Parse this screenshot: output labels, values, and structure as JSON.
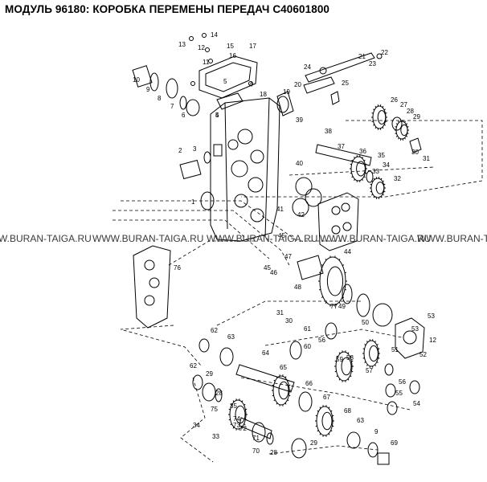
{
  "title": "МОДУЛЬ 96180: КОРОБКА ПЕРЕМЕНЫ ПЕРЕДАЧ C40601800",
  "watermark": {
    "items": [
      "W.BURAN-TAIGA.RU",
      "WWW.BURAN-TAIGA.RU",
      "WWW.BURAN-TAIGA.RU",
      "WWW.BURAN-TAIGA.RU",
      "WWW.BURAN-T"
    ]
  },
  "callouts": [
    "1",
    "2",
    "3",
    "4",
    "5",
    "6",
    "7",
    "8",
    "9",
    "10",
    "11",
    "12",
    "13",
    "14",
    "15",
    "16",
    "17",
    "18",
    "19",
    "20",
    "21",
    "22",
    "23",
    "24",
    "25",
    "26",
    "27",
    "28",
    "29",
    "30",
    "31",
    "32",
    "33",
    "34",
    "35",
    "36",
    "37",
    "38",
    "39",
    "40",
    "41",
    "42",
    "44",
    "45",
    "46",
    "47",
    "48",
    "49",
    "50",
    "51",
    "52",
    "53",
    "54",
    "55",
    "56",
    "57",
    "58",
    "59",
    "60",
    "61",
    "62",
    "63",
    "64",
    "65",
    "66",
    "67",
    "68",
    "69",
    "70",
    "71",
    "72",
    "73",
    "74",
    "75",
    "76",
    "77"
  ]
}
